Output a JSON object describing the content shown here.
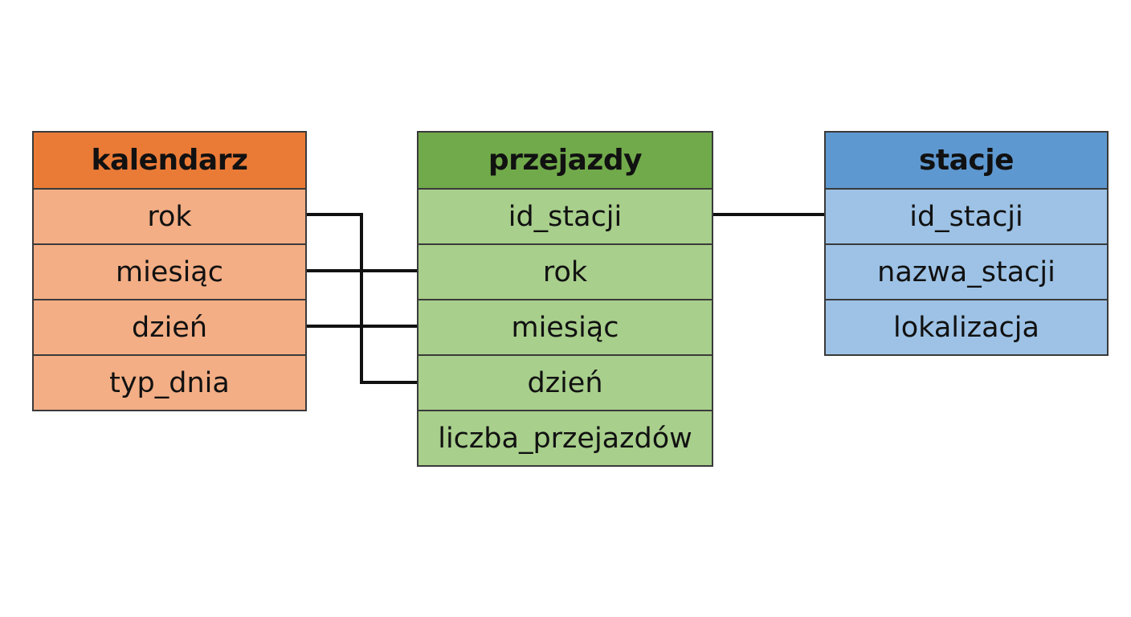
{
  "entities": {
    "kalendarz": {
      "title": "kalendarz",
      "fields": [
        "rok",
        "miesiąc",
        "dzień",
        "typ_dnia"
      ],
      "header_color": "#ea7b37",
      "field_color": "#f3ae85"
    },
    "przejazdy": {
      "title": "przejazdy",
      "fields": [
        "id_stacji",
        "rok",
        "miesiąc",
        "dzień",
        "liczba_przejazdów"
      ],
      "header_color": "#71aa4b",
      "field_color": "#a8cf8c"
    },
    "stacje": {
      "title": "stacje",
      "fields": [
        "id_stacji",
        "nazwa_stacji",
        "lokalizacja"
      ],
      "header_color": "#5e98d0",
      "field_color": "#9dc2e5"
    }
  },
  "relations": [
    {
      "from": "kalendarz.rok",
      "to": "przejazdy.rok"
    },
    {
      "from": "kalendarz.miesiąc",
      "to": "przejazdy.miesiąc"
    },
    {
      "from": "kalendarz.dzień",
      "to": "przejazdy.dzień"
    },
    {
      "from": "przejazdy.id_stacji",
      "to": "stacje.id_stacji"
    }
  ]
}
